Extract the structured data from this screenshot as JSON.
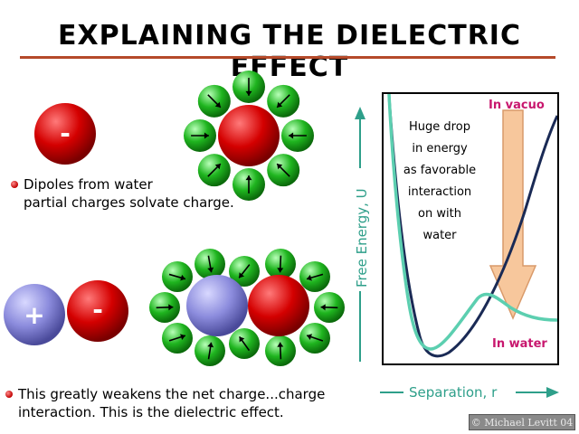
{
  "title": "EXPLAINING THE DIELECTRIC EFFECT",
  "ions": {
    "minus": "-",
    "plus": "+"
  },
  "caption1": {
    "line1": "Dipoles from water",
    "line2": "partial charges solvate charge."
  },
  "caption2": {
    "line1": "This greatly weakens the net charge...charge",
    "line2": "interaction.  This is the dielectric effect."
  },
  "graph": {
    "ylabel": "Free Energy, U",
    "xlabel": "Separation, r",
    "in_vacuo": "In vacuo",
    "in_water": "In water",
    "note": [
      "Huge drop",
      "in energy",
      "as favorable",
      "interaction",
      "on with",
      "water"
    ]
  },
  "copyright": "© Michael Levitt 04",
  "colors": {
    "ion_negative": "#d40000",
    "ion_positive": "#8c8cdd",
    "water_dipole": "#1fb51f",
    "vacuo_curve": "#1a2a55",
    "water_curve": "#5ccfb0",
    "drop_arrow": "#f7c79c",
    "axis_label": "#2e9f8a",
    "title_rule": "#b54a2a",
    "magenta_label": "#c8176e"
  }
}
